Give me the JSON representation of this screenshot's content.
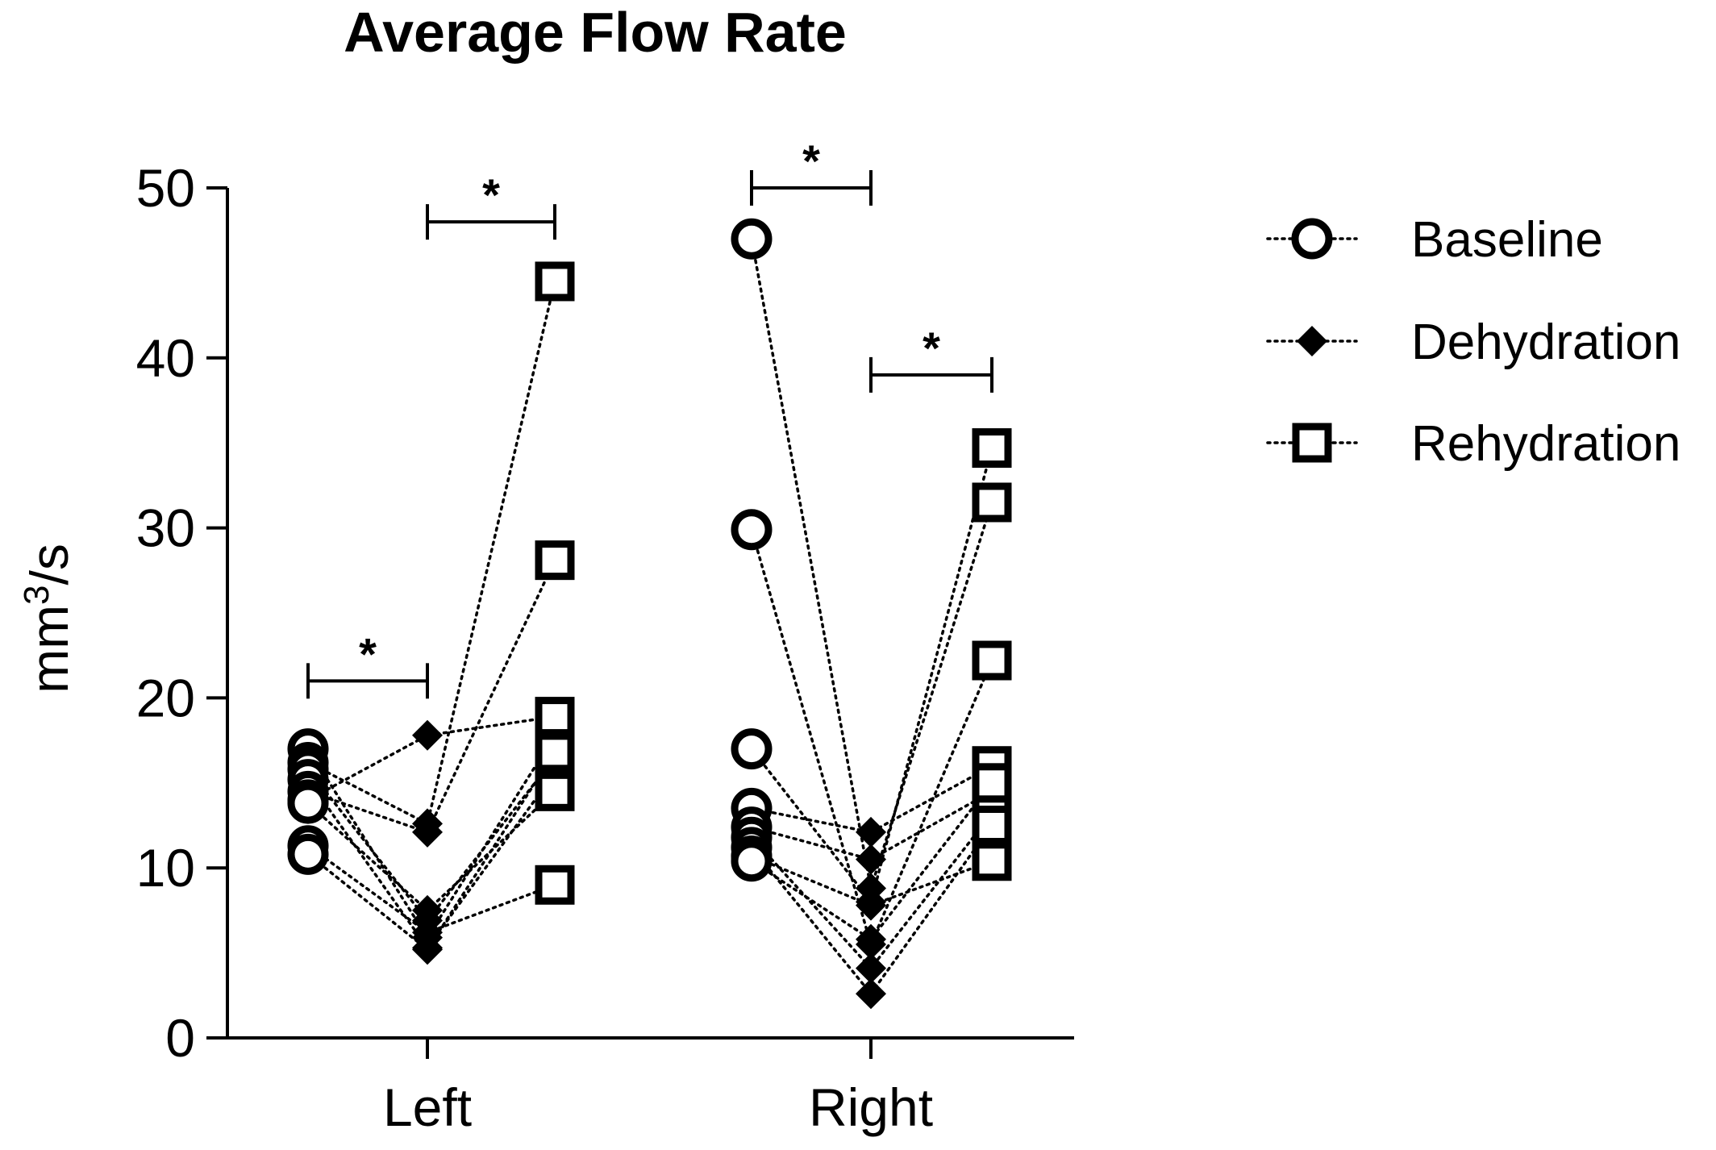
{
  "chart_data": {
    "type": "scatter",
    "title": "Average Flow Rate",
    "ylabel_base": "mm",
    "ylabel_sup": "3",
    "ylabel_tail": "/s",
    "ylim": [
      0,
      50
    ],
    "yticks": [
      "0",
      "10",
      "20",
      "30",
      "40",
      "50"
    ],
    "groups": [
      "Left",
      "Right"
    ],
    "series": [
      {
        "name": "Baseline",
        "marker": "circle"
      },
      {
        "name": "Dehydration",
        "marker": "diamond"
      },
      {
        "name": "Rehydration",
        "marker": "square"
      }
    ],
    "subjects": {
      "Left": [
        [
          17.0,
          5.9,
          17.8
        ],
        [
          16.2,
          12.6,
          44.5
        ],
        [
          15.8,
          6.9,
          16.5
        ],
        [
          15.2,
          5.3,
          15.6
        ],
        [
          14.5,
          12.1,
          28.1
        ],
        [
          14.0,
          17.8,
          18.9
        ],
        [
          13.8,
          7.5,
          14.5
        ],
        [
          11.3,
          6.2,
          9.0
        ],
        [
          10.8,
          5.2,
          16.8
        ]
      ],
      "Right": [
        [
          47.0,
          8.8,
          31.5
        ],
        [
          29.9,
          5.5,
          22.2
        ],
        [
          17.0,
          8.0,
          34.7
        ],
        [
          13.5,
          12.1,
          16.0
        ],
        [
          12.4,
          10.5,
          14.5
        ],
        [
          11.8,
          4.1,
          13.2
        ],
        [
          11.2,
          2.6,
          12.5
        ],
        [
          10.7,
          7.8,
          10.4
        ],
        [
          10.4,
          5.8,
          15.0
        ]
      ]
    },
    "significance": [
      {
        "group": "Left",
        "from": "Baseline",
        "to": "Dehydration",
        "y": 21.0,
        "label": "*"
      },
      {
        "group": "Left",
        "from": "Dehydration",
        "to": "Rehydration",
        "y": 48.0,
        "label": "*"
      },
      {
        "group": "Right",
        "from": "Baseline",
        "to": "Dehydration",
        "y": 50.0,
        "label": "*"
      },
      {
        "group": "Right",
        "from": "Dehydration",
        "to": "Rehydration",
        "y": 39.0,
        "label": "*"
      }
    ],
    "legend_position": "right",
    "grid": false
  }
}
